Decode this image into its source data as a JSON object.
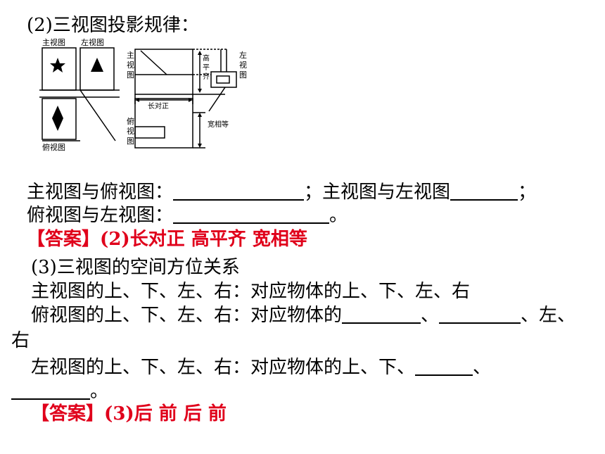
{
  "heading2": "(2)三视图投影规律：",
  "figure": {
    "left": {
      "front_label": "主视图",
      "side_label": "左视图",
      "top_label": "俯视图"
    },
    "right": {
      "front_label": "主视图",
      "side_label": "左视图",
      "top_label": "俯视图",
      "height_label": "高平齐",
      "length_label": "长对正",
      "width_label": "宽相等"
    }
  },
  "p2": {
    "l1_a": "主视图与俯视图：",
    "l1_sep": "；",
    "l1_b": "主视图与左视图",
    "l1_end": "；",
    "l2_a": "俯视图与左视图：",
    "l2_end": "。",
    "answer_prefix": "【答案】",
    "answer_text": "(2)长对正 高平齐 宽相等"
  },
  "p3": {
    "heading": "(3)三视图的空间方位关系",
    "l1": "主视图的上、下、左、右：对应物体的上、下、左、右",
    "l2_a": "俯视图的上、下、左、右：对应物体的",
    "l2_sep": "、",
    "l2_end": "、左、",
    "l2_wrap": "右",
    "l3_a": "左视图的上、下、左、右：对应物体的上、下、",
    "l3_sep": "、",
    "l4_end": "。",
    "answer_prefix": "【答案】",
    "answer_text": "(3)后 前 后 前"
  }
}
